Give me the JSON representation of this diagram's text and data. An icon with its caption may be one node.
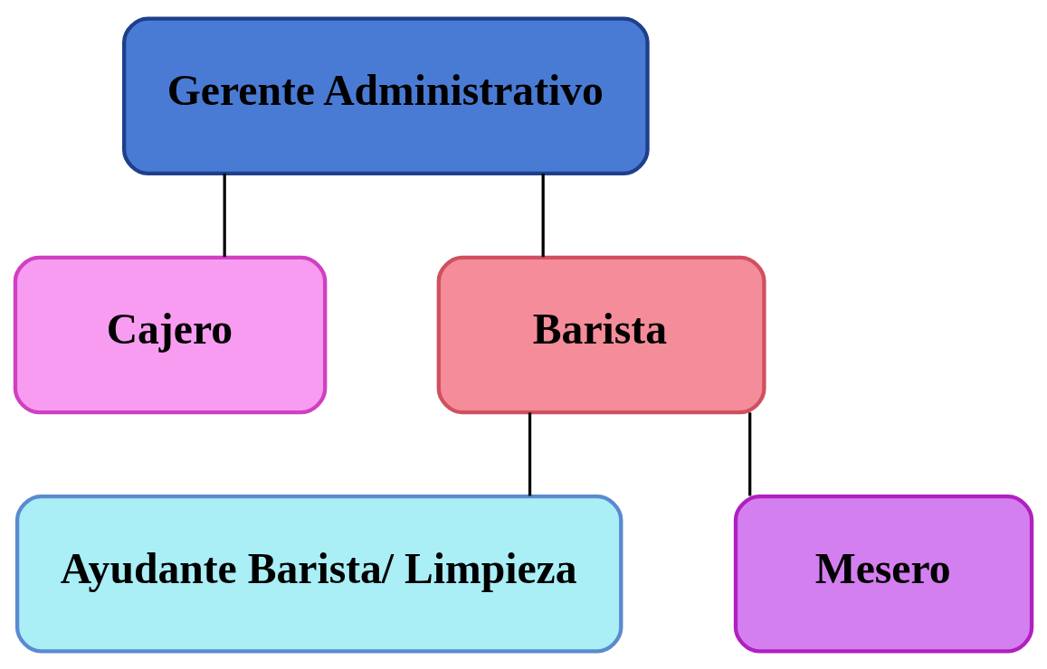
{
  "diagram": {
    "nodes": [
      {
        "text": [
          "Gerente Administrativo"
        ]
      },
      {
        "text": [
          "Cajero"
        ]
      },
      {
        "text": [
          "Barista"
        ]
      },
      {
        "text": [
          "Ayudante Barista/ Limpieza"
        ]
      },
      {
        "text": [
          "Mesero"
        ]
      }
    ],
    "edges": [
      {
        "from": 0,
        "to": 1,
        "arrow": "none"
      },
      {
        "from": 0,
        "to": 2,
        "arrow": "none"
      },
      {
        "from": 2,
        "to": 3,
        "arrow": "none"
      },
      {
        "from": 2,
        "to": 4,
        "arrow": "none"
      }
    ]
  }
}
